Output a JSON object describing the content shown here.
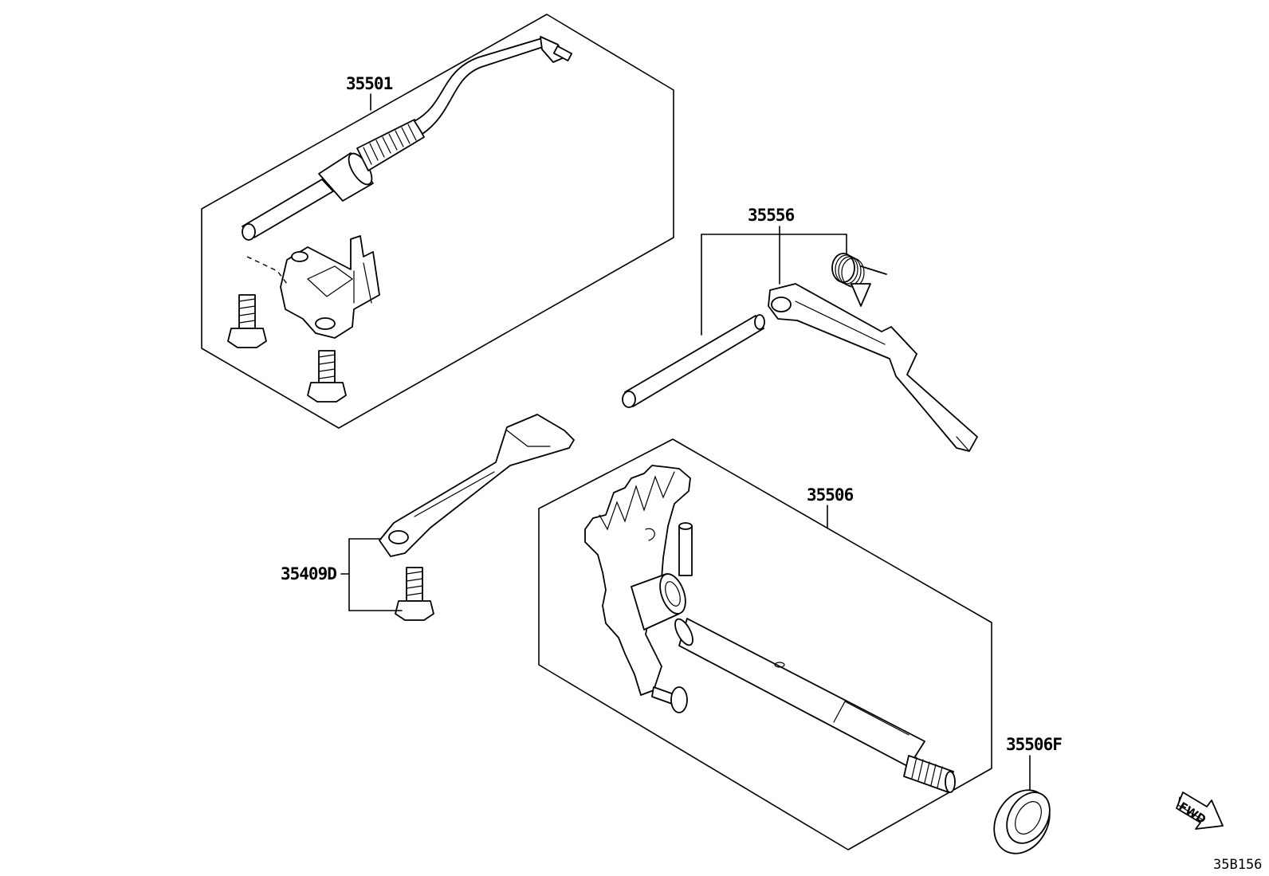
{
  "labels": {
    "p35501": "35501",
    "p35556": "35556",
    "p35506": "35506",
    "p35409D": "35409D",
    "p35506F": "35506F"
  },
  "fwd_label": "FWD",
  "diagram_code": "35B156"
}
